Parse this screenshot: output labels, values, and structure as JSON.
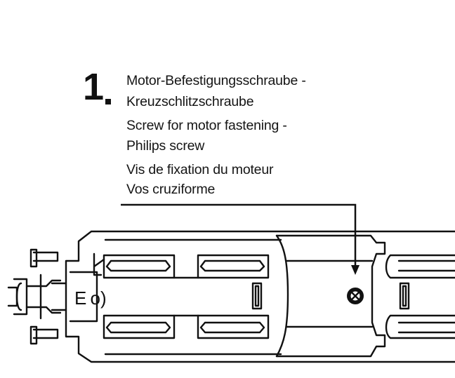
{
  "step": {
    "number": "1",
    "lines": [
      "Motor-Befestigungsschraube -",
      "Kreuzschlitzschraube",
      "Screw for motor fastening -",
      "Philips screw",
      "Vis de fixation du moteur",
      "Vos cruziforme"
    ]
  },
  "diagram": {
    "motor_marking": "E o)",
    "subject": "locomotive-chassis-top-view",
    "callout_target": "motor-fastening-screw"
  },
  "colors": {
    "ink": "#111111",
    "paper": "#ffffff"
  }
}
